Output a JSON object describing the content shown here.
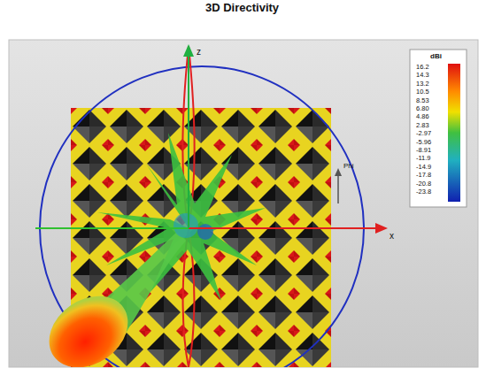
{
  "diagram": {
    "title": "3D Directivity",
    "labels": [
      "dBi",
      "16.2",
      "14.3",
      "13.2",
      "10.5",
      "8.53",
      "6.80",
      "4.86",
      "2.83",
      "-2.97",
      "-5.96",
      "-8.91",
      "-11.9",
      "-14.9",
      "-17.8",
      "-20.8",
      "-23.8",
      "z",
      "x",
      "Phi"
    ]
  }
}
